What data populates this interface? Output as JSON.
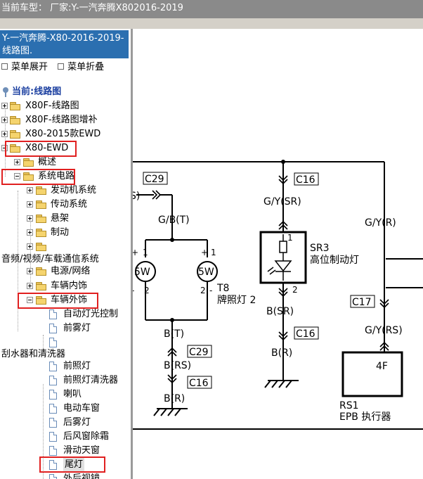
{
  "window": {
    "title": "当前车型： 厂家:Y-一汽奔腾X802016-2019"
  },
  "sidebar": {
    "header": "Y-一汽奔腾-X80-2016-2019- 线路图.",
    "expand_label": "菜单展开",
    "collapse_label": "菜单折叠",
    "current_label": "当前:线路图",
    "tree": [
      {
        "label": "X80F-线路图"
      },
      {
        "label": "X80F-线路图增补"
      },
      {
        "label": "X80-2015款EWD"
      },
      {
        "label": "X80-EWD"
      },
      {
        "label": "概述"
      },
      {
        "label": "系统电路"
      },
      {
        "label": "发动机系统"
      },
      {
        "label": "传动系统"
      },
      {
        "label": "悬架"
      },
      {
        "label": "制动"
      },
      {
        "label": ""
      },
      {
        "label": "音频/视频/车载通信系统"
      },
      {
        "label": "电源/网络"
      },
      {
        "label": "车辆内饰"
      },
      {
        "label": "车辆外饰"
      },
      {
        "label": "自动灯光控制"
      },
      {
        "label": "前雾灯"
      },
      {
        "label": ""
      },
      {
        "label": "刮水器和清洗器"
      },
      {
        "label": "前照灯"
      },
      {
        "label": "前照灯清洗器"
      },
      {
        "label": "喇叭"
      },
      {
        "label": "电动车窗"
      },
      {
        "label": "后雾灯"
      },
      {
        "label": "后风窗除霜"
      },
      {
        "label": "滑动天窗"
      },
      {
        "label": "尾灯"
      },
      {
        "label": "外后视镜"
      }
    ]
  },
  "diagram": {
    "connectors": {
      "c29_top": "C29",
      "c16_top": "C16",
      "c17": "C17",
      "c29_bottom": "C29",
      "c16_mid": "C16",
      "c16_bottom": "C16"
    },
    "wires": {
      "gbt": "G/B(T)",
      "gysr": "G/Y(SR)",
      "gyr": "G/Y(R)",
      "bt": "B(T)",
      "brs": "B(RS)",
      "br_left": "B(R)",
      "bsr": "B(SR)",
      "br_mid": "B(R)",
      "gyrs": "G/Y(RS)",
      "s_partial": "S)"
    },
    "lamps": {
      "left_watt": "5W",
      "right_watt": "5W",
      "t8_code": "T8",
      "t8_name": "牌照灯 2"
    },
    "sr3": {
      "code": "SR3",
      "name": "高位制动灯"
    },
    "rs1": {
      "code": "RS1",
      "name": "EPB 执行器",
      "pin": "4F"
    },
    "pins": {
      "p1a": "1",
      "p1b": "1",
      "p2a": "2",
      "p2b": "2",
      "plus_a": "+",
      "plus_b": "+",
      "minus_a": "-",
      "minus_b": "-",
      "sr3_p1": "1",
      "sr3_p2": "2"
    }
  },
  "colors": {
    "titlebar": "#8a8a8a",
    "sidebar_header": "#2b6fb0",
    "highlight": "#e02020",
    "current": "#1b3fa0"
  }
}
